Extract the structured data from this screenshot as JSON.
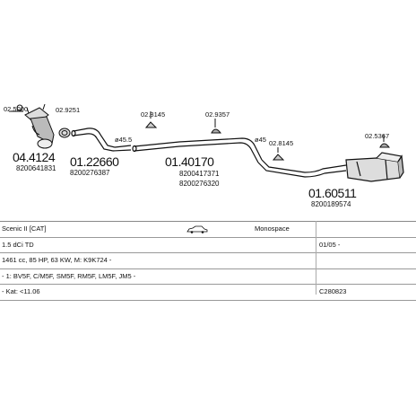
{
  "parts": {
    "p1": {
      "number": "04.4124",
      "oem": "8200641831"
    },
    "p2": {
      "number": "01.22660",
      "oem": "8200276387"
    },
    "p3": {
      "number": "01.40170",
      "oem1": "8200417371",
      "oem2": "8200276320"
    },
    "p4": {
      "number": "01.60511",
      "oem": "8200189574"
    }
  },
  "accessories": {
    "a1": "02.5000",
    "a2": "02.9251",
    "a3": "02.8145",
    "a4": "02.9357",
    "a5": "02.8145",
    "a6": "02.5367",
    "d1": "ø45.5",
    "d2": "ø45"
  },
  "info": {
    "model": "Scenic II [CAT]",
    "brand": "Monospace",
    "engine": "1.5 dCi TD",
    "date_range": "01/05 -",
    "specs": "1461 cc, 85 HP, 63 KW, M: K9K724 -",
    "chassis": "- 1: BV5F, C/M5F, SM5F, RM5F, LM5F, JM5 -",
    "catalyst": "- Kat: <11.06",
    "diagram_code": "C280823"
  }
}
